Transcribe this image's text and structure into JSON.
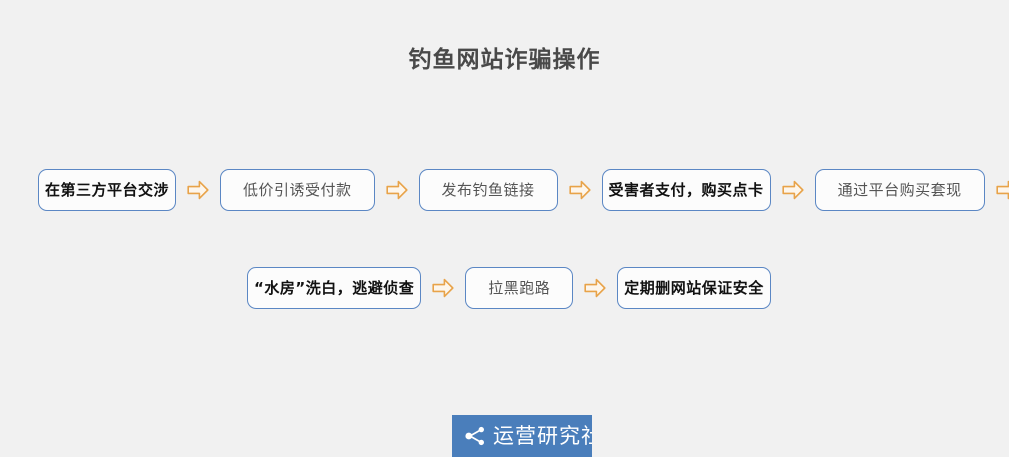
{
  "page": {
    "title": "钓鱼网站诈骗操作",
    "background_color": "#f1f1f1",
    "title_color": "#494949"
  },
  "theme": {
    "box_border_color": "#5b87c4",
    "box_fill_color": "#fcfcfc",
    "arrow_color": "#e8a349",
    "logo_color": "#4a7ebb"
  },
  "flow": {
    "rows": [
      {
        "id": "row-1",
        "nodes": [
          {
            "label": "在第三方平台交涉",
            "emphasis": "strong"
          },
          {
            "label": "低价引诱受付款",
            "emphasis": "plain"
          },
          {
            "label": "发布钓鱼链接",
            "emphasis": "plain"
          },
          {
            "label": "受害者支付，购买点卡",
            "emphasis": "strong"
          },
          {
            "label": "通过平台购买套现",
            "emphasis": "plain"
          }
        ],
        "trailing_arrow": true
      },
      {
        "id": "row-2",
        "nodes": [
          {
            "label": "“水房”洗白，逃避侦查",
            "emphasis": "strong"
          },
          {
            "label": "拉黑跑路",
            "emphasis": "plain"
          },
          {
            "label": "定期删网站保证安全",
            "emphasis": "strong"
          }
        ],
        "trailing_arrow": false
      }
    ],
    "arrow_icon": "arrow-right-outline-icon"
  },
  "watermark": {
    "text": "运营研究社",
    "icon": "share-nodes-icon"
  }
}
